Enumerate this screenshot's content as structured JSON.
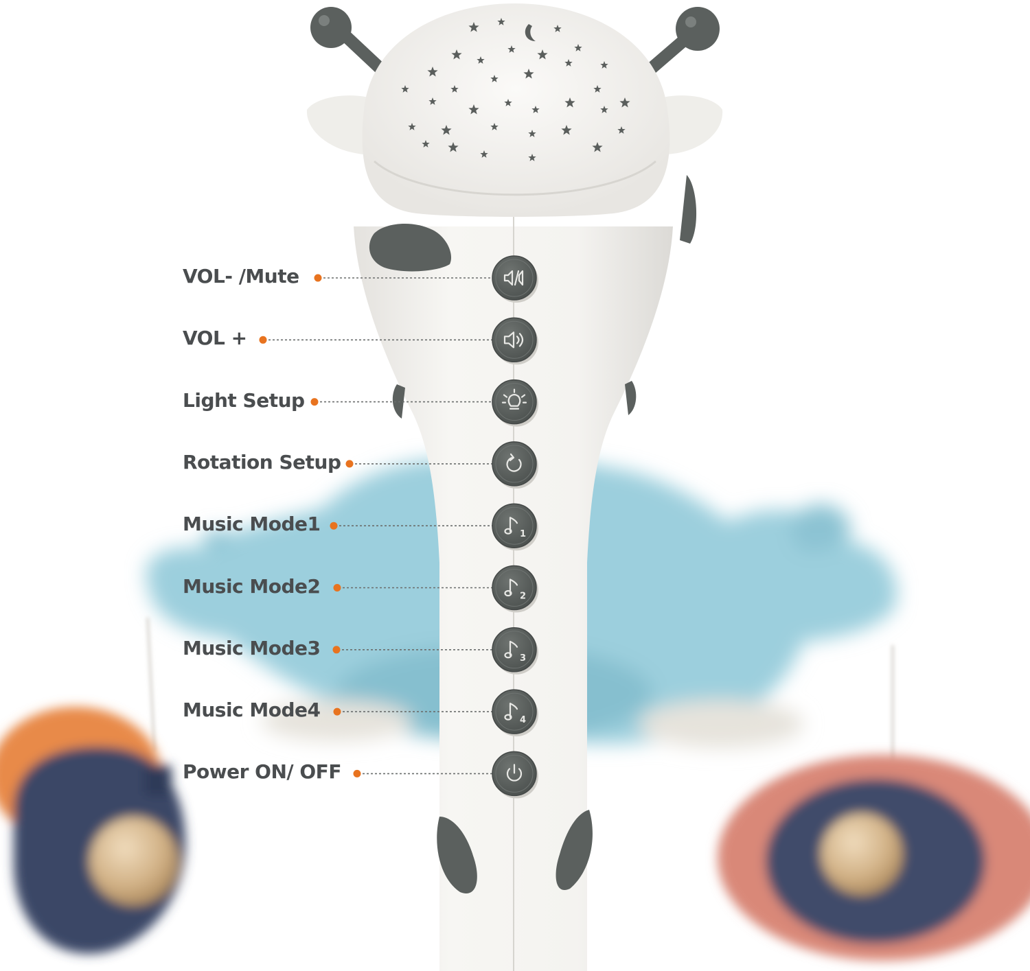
{
  "product": {
    "colors": {
      "body": "#f3f2ef",
      "button": "#595e5c",
      "base_blue": "#9ccfdd",
      "leader_dot": "#e8731f",
      "label": "#4a4d4f",
      "left_disc_orange": "#e88a48",
      "left_disc_navy": "#3b4766",
      "right_disc_pink": "#d98878",
      "right_disc_navy": "#404c6b",
      "wood_ball": "#d2b287"
    }
  },
  "controls": [
    {
      "label": "VOL- /Mute",
      "icon": "volume-down-mute-icon"
    },
    {
      "label": "VOL +",
      "icon": "volume-up-icon"
    },
    {
      "label": "Light Setup",
      "icon": "light-bulb-icon"
    },
    {
      "label": "Rotation Setup",
      "icon": "rotation-icon"
    },
    {
      "label": "Music Mode1",
      "icon": "music-note-1-icon",
      "digit": "1"
    },
    {
      "label": "Music Mode2",
      "icon": "music-note-2-icon",
      "digit": "2"
    },
    {
      "label": "Music Mode3",
      "icon": "music-note-3-icon",
      "digit": "3"
    },
    {
      "label": "Music Mode4",
      "icon": "music-note-4-icon",
      "digit": "4"
    },
    {
      "label": "Power ON/ OFF",
      "icon": "power-icon"
    }
  ]
}
